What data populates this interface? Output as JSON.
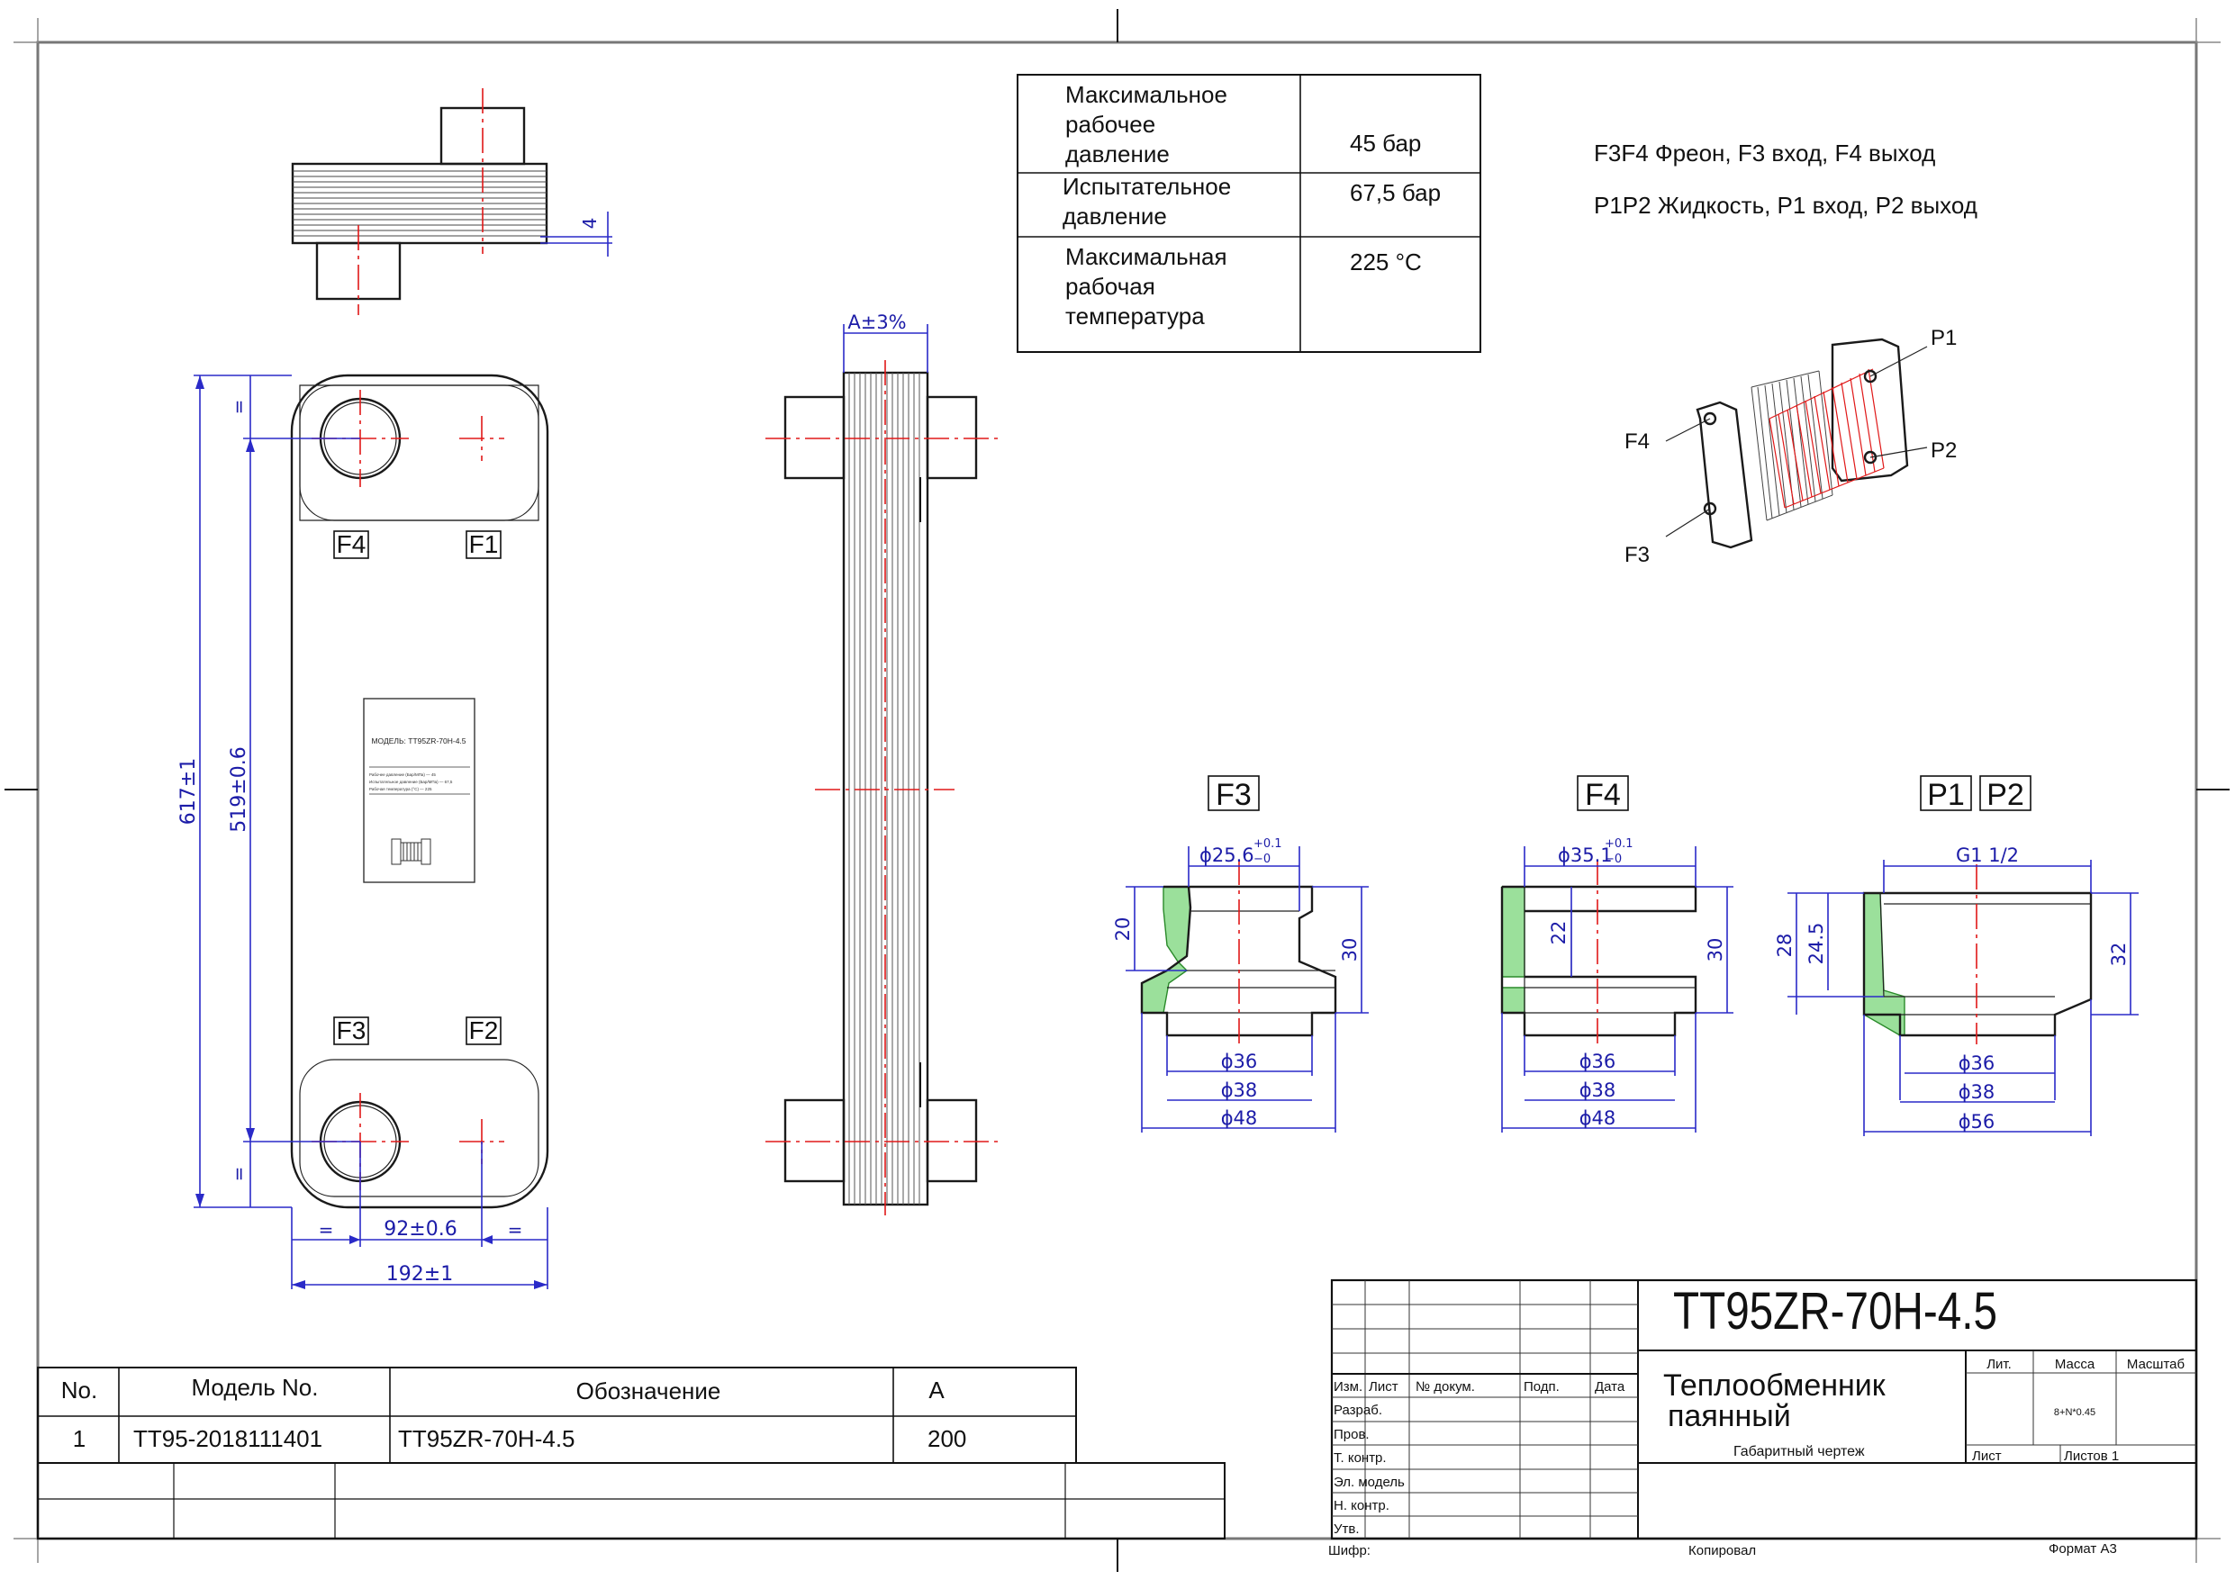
{
  "specs_table": [
    {
      "param": "Максимальное рабочее давление",
      "lines": [
        "Максимальное",
        "рабочее",
        "давление"
      ],
      "value": "45 бар"
    },
    {
      "param": "Испытательное давление",
      "lines": [
        "Испытательное",
        "давление"
      ],
      "value": "67,5 бар"
    },
    {
      "param": "Максимальная рабочая температура",
      "lines": [
        "Максимальная",
        "рабочая",
        "температура"
      ],
      "value": "225 °C"
    }
  ],
  "port_notes": [
    "F3F4 Фреон, F3 вход, F4 выход",
    "P1P2 Жидкость, P1 вход, P2 выход"
  ],
  "iso_labels": {
    "p1": "P1",
    "p2": "P2",
    "f4": "F4",
    "f3": "F3"
  },
  "front_view": {
    "port_labels": {
      "f4": "F4",
      "f1": "F1",
      "f3": "F3",
      "f2": "F2"
    },
    "dims": {
      "height": "617±1",
      "port_pitch_v": "519±0.6",
      "port_pitch_h": "92±0.6",
      "width": "192±1",
      "equal": "="
    },
    "nameplate": {
      "model": "МОДЕЛЬ: TT95ZR-70H-4.5",
      "rows": [
        "Рабочее давление (Бар/МПа) — 45",
        "Испытательное давление (Бар/МПа) — 67,5",
        "Рабочая температура (°C) — 225"
      ]
    }
  },
  "side_view": {
    "dim": "A±3%"
  },
  "top_view": {
    "dim": "4"
  },
  "sections": [
    {
      "title": [
        "F3"
      ],
      "top_dim": "ϕ25.6",
      "tol_up": "+0.1",
      "tol_dn": "−0",
      "left_dims": [
        "20"
      ],
      "right_dim": "30",
      "bottom_dims": [
        "ϕ36",
        "ϕ38",
        "ϕ48"
      ]
    },
    {
      "title": [
        "F4"
      ],
      "top_dim": "ϕ35.1",
      "tol_up": "+0.1",
      "tol_dn": "−0",
      "left_dims": [
        "22"
      ],
      "right_dim": "30",
      "bottom_dims": [
        "ϕ36",
        "ϕ38",
        "ϕ48"
      ]
    },
    {
      "title": [
        "P1",
        "P2"
      ],
      "top_dim": "G1 1/2",
      "tol_up": "",
      "tol_dn": "",
      "left_dims": [
        "28",
        "24.5"
      ],
      "right_dim": "32",
      "bottom_dims": [
        "ϕ36",
        "ϕ38",
        "ϕ56"
      ]
    }
  ],
  "model_table": {
    "headers": [
      "No.",
      "Модель No.",
      "Обозначение",
      "A"
    ],
    "rows": [
      [
        "1",
        "TT95-2018111401",
        "TT95ZR-70H-4.5",
        "200"
      ]
    ]
  },
  "title_block": {
    "designation": "TT95ZR-70H-4.5",
    "name_line1": "Теплообменник",
    "name_line2": "паянный",
    "doc_type": "Габаритный чертеж",
    "col_headers": [
      "Изм.",
      "Лист",
      "№ докум.",
      "Подп.",
      "Дата"
    ],
    "roles": [
      "Разраб.",
      "Пров.",
      "Т. контр.",
      "Эл. модель",
      "Н. контр.",
      "Утв."
    ],
    "lit": "Лит.",
    "mass": "Масса",
    "scale": "Масштаб",
    "mass_value": "8+N*0.45",
    "sheet": "Лист",
    "sheets": "Листов 1",
    "cipher": "Шифр:",
    "copied": "Копировал",
    "format": "Формат А3"
  }
}
